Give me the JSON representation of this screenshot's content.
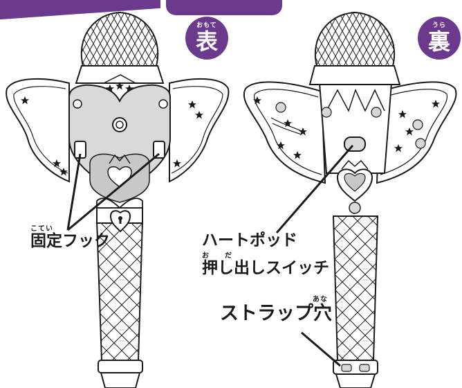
{
  "colors": {
    "badge_purple": "#6b3a8c",
    "gray_fill": "#d9d9d9",
    "line": "#1a1a1a"
  },
  "badges": {
    "front": {
      "ruby": "おもて",
      "label": "表"
    },
    "back": {
      "ruby": "うら",
      "label": "裏"
    }
  },
  "callouts": {
    "fixing_hook": {
      "ruby": "こてい",
      "label": "固定フック"
    },
    "heart_pod_1": {
      "label": "ハートポッド"
    },
    "heart_pod_2": {
      "ruby": "お　　だ",
      "label": "押し出しスイッチ"
    },
    "strap_hole": {
      "ruby": "あな",
      "label": "ストラップ穴"
    }
  }
}
